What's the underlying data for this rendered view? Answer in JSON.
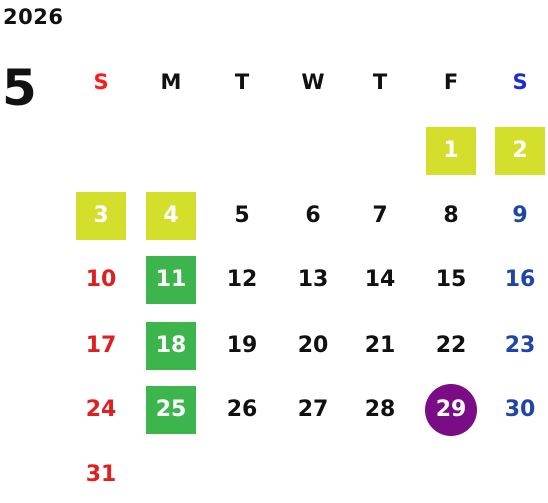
{
  "header": {
    "year": "2026",
    "month": "5"
  },
  "weekdays": [
    "S",
    "M",
    "T",
    "W",
    "T",
    "F",
    "S"
  ],
  "days": [
    {
      "day": "1",
      "col": 5,
      "row": 0,
      "highlight": "yellow"
    },
    {
      "day": "2",
      "col": 6,
      "row": 0,
      "highlight": "yellow"
    },
    {
      "day": "3",
      "col": 0,
      "row": 1,
      "highlight": "yellow"
    },
    {
      "day": "4",
      "col": 1,
      "row": 1,
      "highlight": "yellow"
    },
    {
      "day": "5",
      "col": 2,
      "row": 1,
      "highlight": ""
    },
    {
      "day": "6",
      "col": 3,
      "row": 1,
      "highlight": ""
    },
    {
      "day": "7",
      "col": 4,
      "row": 1,
      "highlight": ""
    },
    {
      "day": "8",
      "col": 5,
      "row": 1,
      "highlight": ""
    },
    {
      "day": "9",
      "col": 6,
      "row": 1,
      "highlight": ""
    },
    {
      "day": "10",
      "col": 0,
      "row": 2,
      "highlight": ""
    },
    {
      "day": "11",
      "col": 1,
      "row": 2,
      "highlight": "green"
    },
    {
      "day": "12",
      "col": 2,
      "row": 2,
      "highlight": ""
    },
    {
      "day": "13",
      "col": 3,
      "row": 2,
      "highlight": ""
    },
    {
      "day": "14",
      "col": 4,
      "row": 2,
      "highlight": ""
    },
    {
      "day": "15",
      "col": 5,
      "row": 2,
      "highlight": ""
    },
    {
      "day": "16",
      "col": 6,
      "row": 2,
      "highlight": ""
    },
    {
      "day": "17",
      "col": 0,
      "row": 3,
      "highlight": ""
    },
    {
      "day": "18",
      "col": 1,
      "row": 3,
      "highlight": "green"
    },
    {
      "day": "19",
      "col": 2,
      "row": 3,
      "highlight": ""
    },
    {
      "day": "20",
      "col": 3,
      "row": 3,
      "highlight": ""
    },
    {
      "day": "21",
      "col": 4,
      "row": 3,
      "highlight": ""
    },
    {
      "day": "22",
      "col": 5,
      "row": 3,
      "highlight": ""
    },
    {
      "day": "23",
      "col": 6,
      "row": 3,
      "highlight": ""
    },
    {
      "day": "24",
      "col": 0,
      "row": 4,
      "highlight": ""
    },
    {
      "day": "25",
      "col": 1,
      "row": 4,
      "highlight": "green"
    },
    {
      "day": "26",
      "col": 2,
      "row": 4,
      "highlight": ""
    },
    {
      "day": "27",
      "col": 3,
      "row": 4,
      "highlight": ""
    },
    {
      "day": "28",
      "col": 4,
      "row": 4,
      "highlight": ""
    },
    {
      "day": "29",
      "col": 5,
      "row": 4,
      "highlight": "circle"
    },
    {
      "day": "30",
      "col": 6,
      "row": 4,
      "highlight": ""
    },
    {
      "day": "31",
      "col": 0,
      "row": 5,
      "highlight": ""
    }
  ],
  "colors": {
    "sunday": "#e02020",
    "saturday": "#1f45a8",
    "weekday": "#111111",
    "highlight_yellow": "#d3df2a",
    "highlight_green": "#3cb54d",
    "highlight_circle": "#7a0d86"
  }
}
